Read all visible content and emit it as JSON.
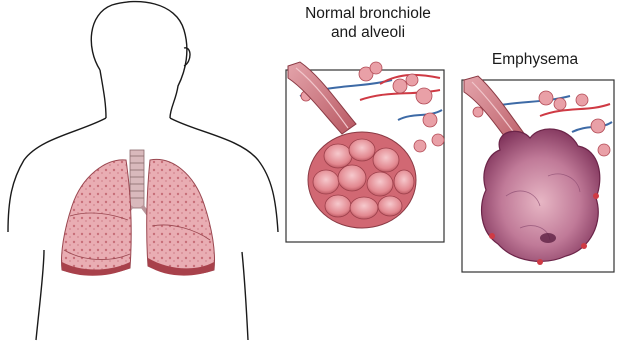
{
  "labels": {
    "normal_line1": "Normal bronchiole",
    "normal_line2": "and alveoli",
    "emphysema": "Emphysema"
  },
  "colors": {
    "lung_fill": "#e8a8ae",
    "lung_base": "#b0424c",
    "alveoli": "#d9727b",
    "emphysema_sac": "#a0456a",
    "vessel_red": "#cf3a44",
    "vessel_blue": "#3d6aa6",
    "outline": "#1a1a1a"
  }
}
